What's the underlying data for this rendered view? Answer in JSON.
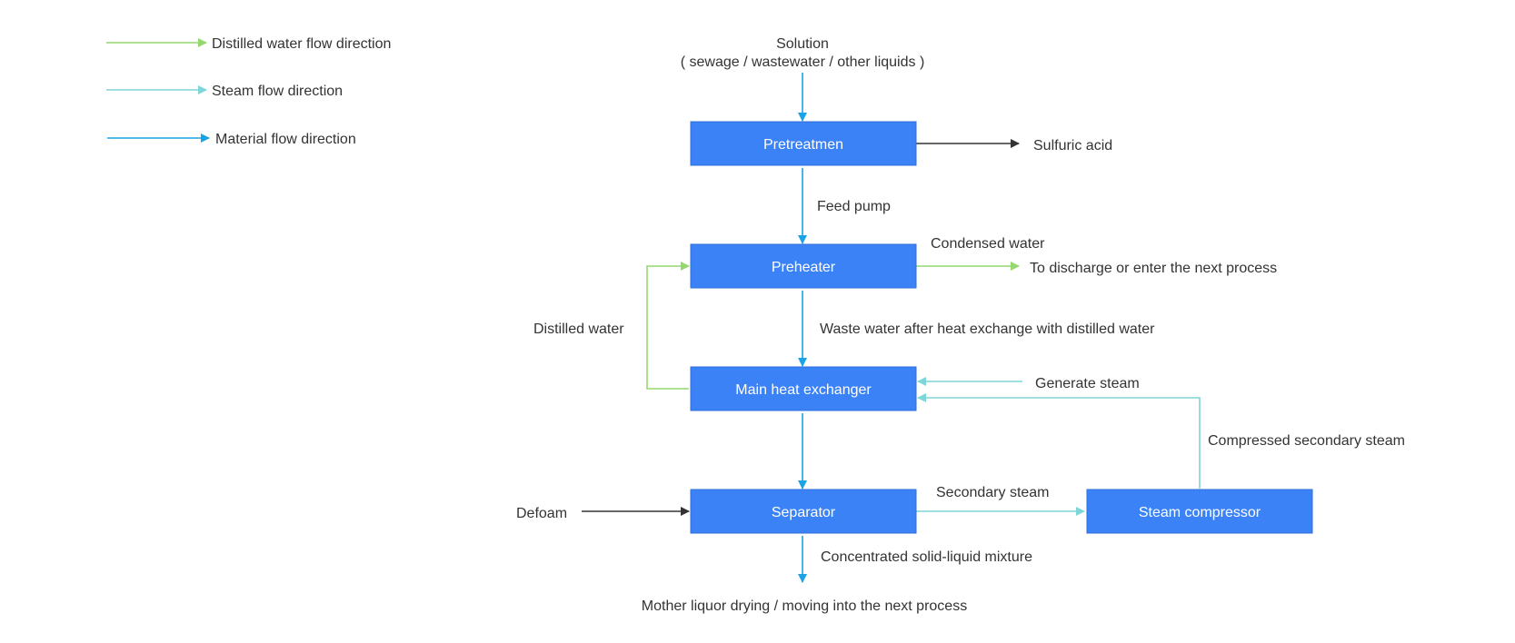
{
  "colors": {
    "node_fill": "#3b82f6",
    "material_flow": "#1aa4e6",
    "steam_flow": "#7fd6d9",
    "distilled_water_flow": "#94d86f",
    "other_flow": "#333333"
  },
  "legend": {
    "distilled_water": "Distilled water flow direction",
    "steam": "Steam flow direction",
    "material": "Material flow direction"
  },
  "nodes": {
    "pretreatment": "Pretreatmen",
    "preheater": "Preheater",
    "main_heat_exchanger": "Main heat exchanger",
    "separator": "Separator",
    "steam_compressor": "Steam compressor"
  },
  "labels": {
    "solution": "Solution",
    "solution_sub": "( sewage / wastewater / other liquids )",
    "sulfuric_acid": "Sulfuric acid",
    "feed_pump": "Feed pump",
    "condensed_water": "Condensed water",
    "discharge": "To discharge or enter the next process",
    "distilled_water": "Distilled water",
    "waste_water": "Waste water after heat exchange with distilled water",
    "generate_steam": "Generate steam",
    "compressed_secondary_steam": "Compressed secondary steam",
    "secondary_steam": "Secondary steam",
    "defoam": "Defoam",
    "concentrated_mixture": "Concentrated solid-liquid mixture",
    "mother_liquor": "Mother liquor drying / moving into the next process"
  }
}
